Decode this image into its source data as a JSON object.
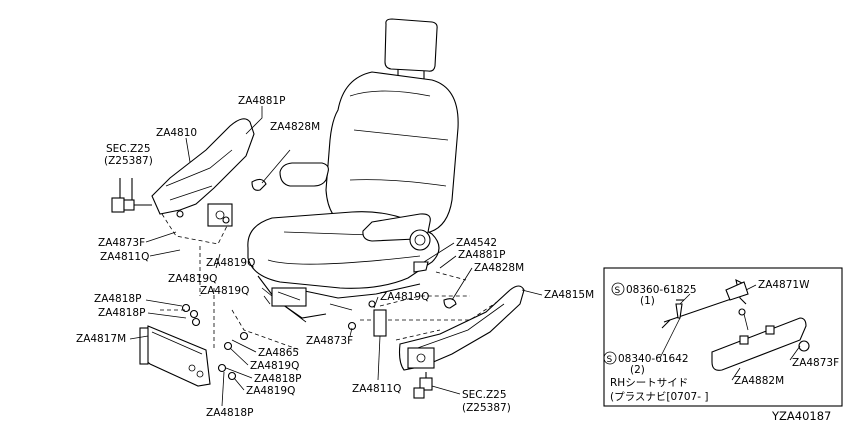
{
  "labels": {
    "za4881p_top": "ZA4881P",
    "za4810": "ZA4810",
    "sec_z25_left": "SEC.Z25",
    "z25387_left": "(Z25387)",
    "za4828m_top": "ZA4828M",
    "za4873f_left": "ZA4873F",
    "za4811q_left": "ZA4811Q",
    "za4819q_a": "ZA4819Q",
    "za4819q_b": "ZA4819Q",
    "za4819q_c": "ZA4819Q",
    "za4818p_a": "ZA4818P",
    "za4818p_b": "ZA4818P",
    "za4817m": "ZA4817M",
    "za4542": "ZA4542",
    "za4881p_right": "ZA4881P",
    "za4828m_right": "ZA4828M",
    "za4815m": "ZA4815M",
    "za4819q_mid": "ZA4819Q",
    "za4873f_mid": "ZA4873F",
    "za4865": "ZA4865",
    "za4819q_d": "ZA4819Q",
    "za4818p_c": "ZA4818P",
    "za4819q_e": "ZA4819Q",
    "za4818p_bottom": "ZA4818P",
    "za4811q_bottom": "ZA4811Q",
    "sec_z25_bottom": "SEC.Z25",
    "z25387_bottom": "(Z25387)"
  },
  "inset": {
    "screw1_code": "08360-61825",
    "screw1_qty": "(1)",
    "screw2_code": "08340-61642",
    "screw2_qty": "(2)",
    "za4871w": "ZA4871W",
    "za4873f": "ZA4873F",
    "za4882m": "ZA4882M",
    "note_line1": "RHシートサイド",
    "note_line2": "(プラスナビ[0707-   ]"
  },
  "diagram_id": "YZA40187",
  "icons": {
    "screw_symbol": "circled-s-icon"
  }
}
